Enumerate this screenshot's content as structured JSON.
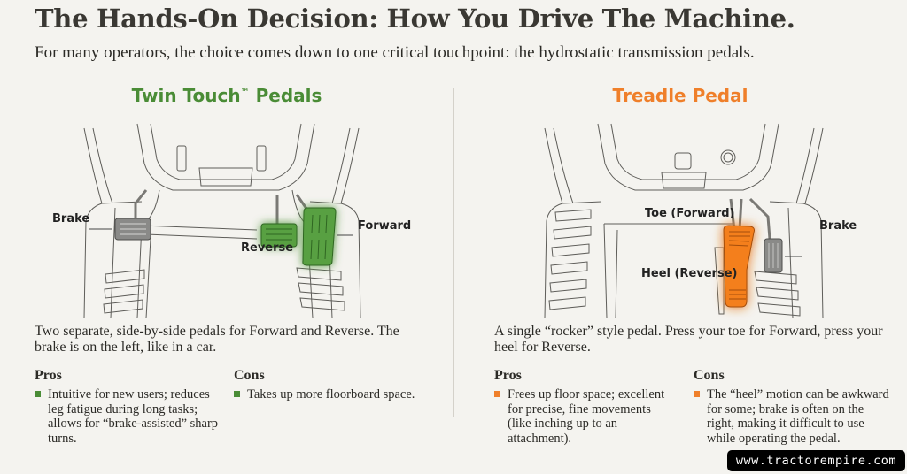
{
  "header": {
    "title": "The Hands-On Decision: How You Drive The Machine.",
    "subtitle": "For many operators, the choice comes down to one critical touchpoint: the hydrostatic transmission pedals."
  },
  "colors": {
    "background": "#f4f3ef",
    "twin_touch_accent": "#4a8c36",
    "treadle_accent": "#ef7f2a",
    "divider": "#d4d1ca",
    "brake_pedal": "#8a8a88"
  },
  "twin_touch": {
    "title": "Twin Touch",
    "trademark": "™",
    "title_suffix": " Pedals",
    "labels": {
      "brake": "Brake",
      "reverse": "Reverse",
      "forward": "Forward"
    },
    "description": "Two separate, side-by-side pedals for Forward and Reverse. The brake is on the left, like in a car.",
    "pros_heading": "Pros",
    "pros": [
      "Intuitive for new users; reduces leg fatigue during long tasks; allows for “brake-assisted” sharp turns."
    ],
    "cons_heading": "Cons",
    "cons": [
      "Takes up more floorboard space."
    ]
  },
  "treadle": {
    "title": "Treadle Pedal",
    "labels": {
      "toe": "Toe (Forward)",
      "heel": "Heel (Reverse)",
      "brake": "Brake"
    },
    "description": "A single “rocker” style pedal. Press your toe for Forward, press your heel for Reverse.",
    "pros_heading": "Pros",
    "pros": [
      "Frees up floor space; excellent for precise, fine movements (like inching up to an attachment)."
    ],
    "cons_heading": "Cons",
    "cons": [
      "The “heel” motion can be awkward for some; brake is often on the right, making it difficult to use while operating the pedal."
    ]
  },
  "watermark": "www.tractorempire.com"
}
